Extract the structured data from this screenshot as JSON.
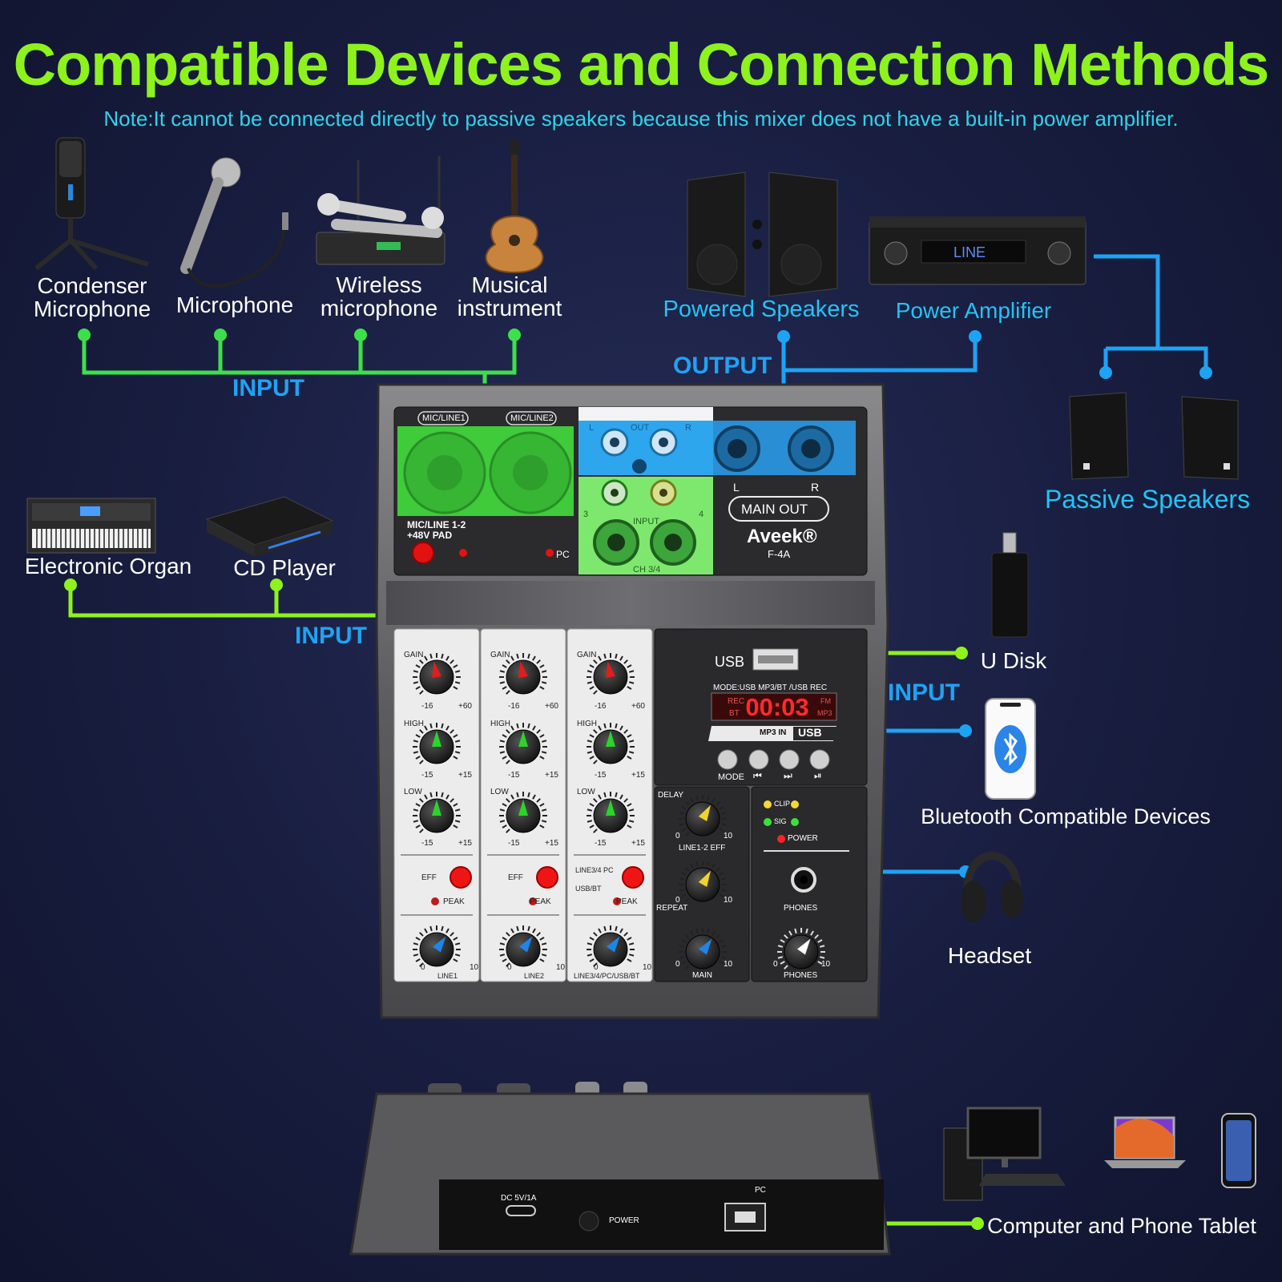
{
  "title": "Compatible Devices and Connection Methods",
  "note": "Note:It cannot be connected directly to passive speakers because this mixer does not have a built-in power amplifier.",
  "sections": {
    "input": "INPUT",
    "output": "OUTPUT"
  },
  "devices": {
    "condenser_mic": "Condenser Microphone",
    "microphone": "Microphone",
    "wireless_mic": "Wireless microphone",
    "instrument": "Musical instrument",
    "powered_speakers": "Powered Speakers",
    "power_amplifier": "Power Amplifier",
    "passive_speakers": "Passive Speakers",
    "electronic_organ": "Electronic Organ",
    "cd_player": "CD Player",
    "u_disk": "U Disk",
    "bluetooth": "Bluetooth Compatible Devices",
    "headset": "Headset",
    "computer": "Computer and Phone Tablet"
  },
  "mixer": {
    "mic_line1": "MIC/LINE1",
    "mic_line2": "MIC/LINE2",
    "mic_line_12": "MIC/LINE 1-2",
    "pad": "+48V PAD",
    "pc": "PC",
    "out": "OUT",
    "l": "L",
    "r": "R",
    "input": "INPUT",
    "ch34": "CH 3/4",
    "ch3": "3",
    "ch4": "4",
    "main_out": "MAIN OUT",
    "brand": "Aveek®",
    "model": "F-4A",
    "usb": "USB",
    "mode_line": "MODE:USB MP3/BT /USB REC",
    "display": "00:03",
    "rec": "REC",
    "bt": "BT",
    "fm": "FM",
    "mp3": "MP3",
    "mp3_in": "MP3 IN",
    "btn_mode": "MODE",
    "btn_prev": "⏮",
    "btn_next": "⏭",
    "btn_play": "⏯",
    "gain": "GAIN",
    "high": "HIGH",
    "low": "LOW",
    "eff": "EFF",
    "peak": "PEAK",
    "g_min": "-16",
    "g_max": "+60",
    "eq_min": "-15",
    "eq_max": "+15",
    "zero": "0",
    "ten": "10",
    "line1": "LINE1",
    "line2": "LINE2",
    "line34": "LINE3/4/PC/USB/BT",
    "line34_pc": "LINE3/4 PC",
    "usb_bt": "USB/BT",
    "delay": "DELAY",
    "line12_eff": "LINE1-2 EFF",
    "repeat": "REPEAT",
    "main": "MAIN",
    "clip": "CLIP",
    "sig": "SIG",
    "power": "POWER",
    "phones": "PHONES",
    "dc": "DC 5V/1A",
    "back_power": "POWER",
    "back_pc": "PC",
    "amp_display": "LINE"
  },
  "colors": {
    "green": "#8ef21c",
    "blue": "#1ea3f4",
    "cyan": "#2fd3ea",
    "bg": "#181d3f"
  }
}
